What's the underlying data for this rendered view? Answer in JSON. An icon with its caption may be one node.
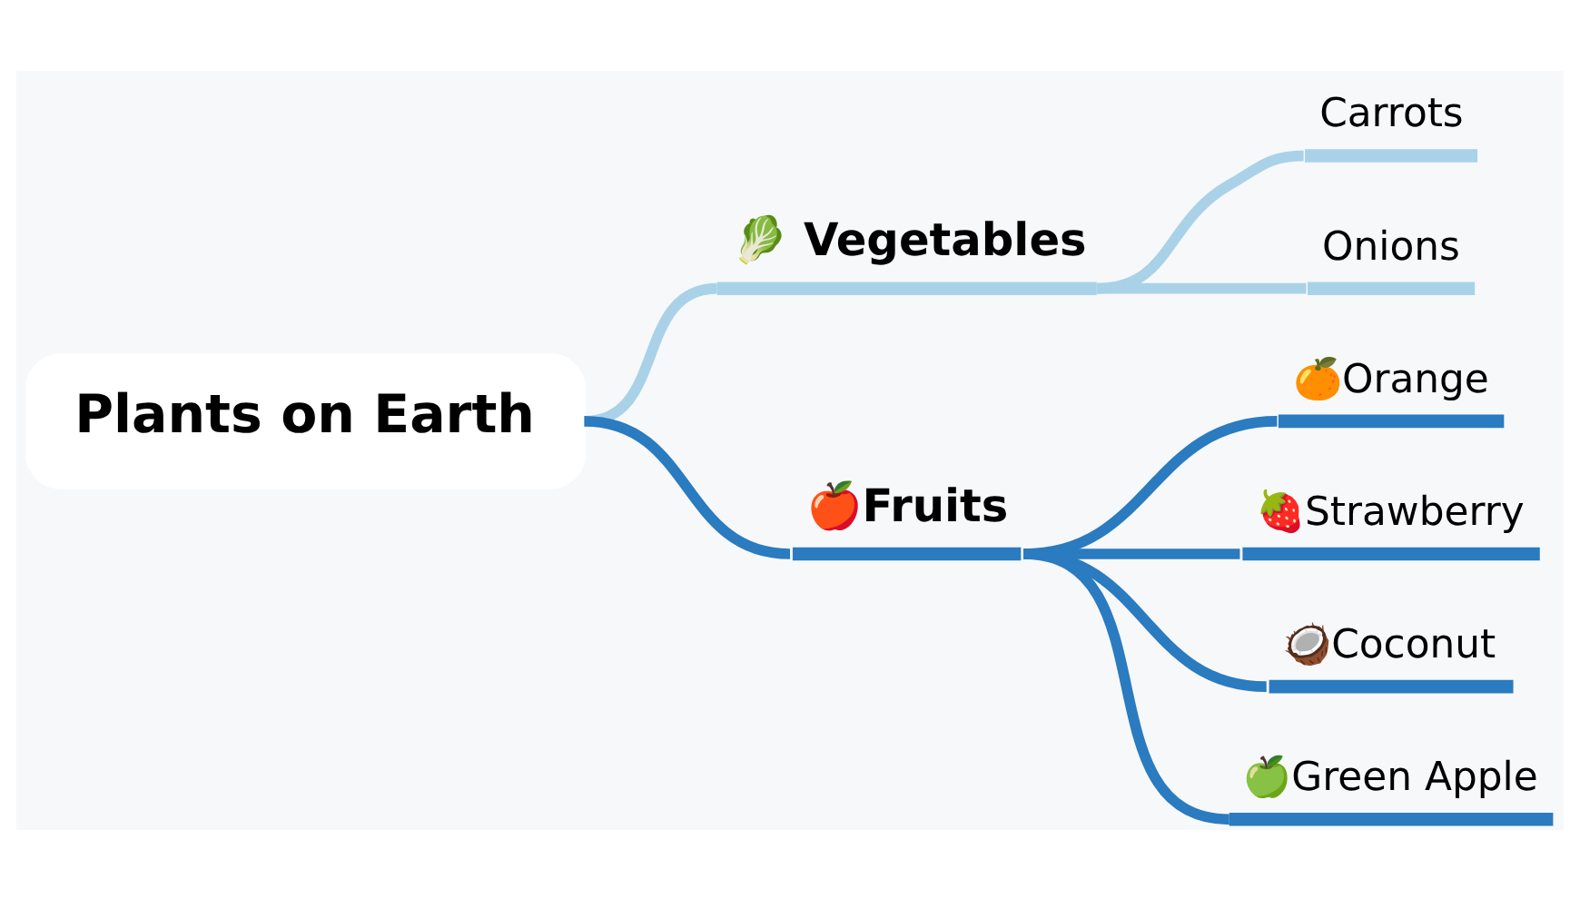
{
  "diagram": {
    "nodes": [
      {
        "text": [
          "Plants on Earth"
        ]
      },
      {
        "text": [
          "🥬 Vegetables"
        ]
      },
      {
        "text": [
          "Carrots"
        ]
      },
      {
        "text": [
          "Onions"
        ]
      },
      {
        "text": [
          "🍎Fruits"
        ]
      },
      {
        "text": [
          "🍊Orange"
        ]
      },
      {
        "text": [
          "🍓Strawberry"
        ]
      },
      {
        "text": [
          "🥥Coconut"
        ]
      },
      {
        "text": [
          "🍏Green Apple"
        ]
      }
    ],
    "edges": [
      {
        "from": 0,
        "to": 1,
        "arrow": "none",
        "color": "#a9d2e8"
      },
      {
        "from": 1,
        "to": 2,
        "arrow": "none",
        "color": "#a9d2e8"
      },
      {
        "from": 1,
        "to": 3,
        "arrow": "none",
        "color": "#a9d2e8"
      },
      {
        "from": 0,
        "to": 4,
        "arrow": "none"
      },
      {
        "from": 4,
        "to": 5,
        "arrow": "none"
      },
      {
        "from": 4,
        "to": 6,
        "arrow": "none"
      },
      {
        "from": 4,
        "to": 7,
        "arrow": "none"
      },
      {
        "from": 4,
        "to": 8,
        "arrow": "none"
      }
    ]
  }
}
